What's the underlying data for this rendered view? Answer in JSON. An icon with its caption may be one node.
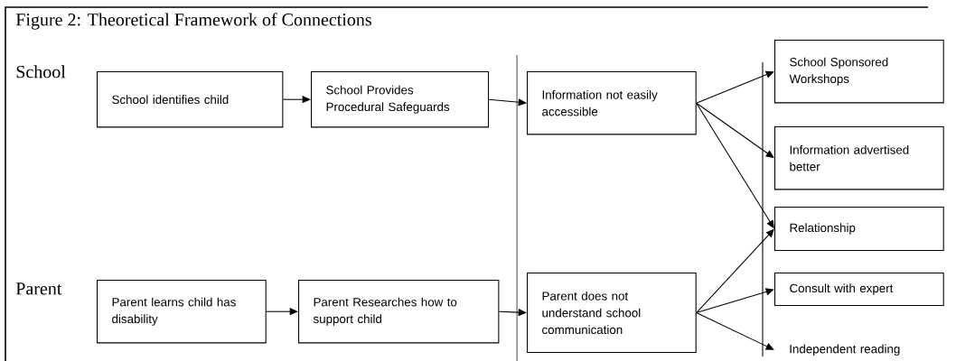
{
  "diagram": {
    "title": "Figure 2: Theoretical Framework of Connections",
    "nodes": [
      {
        "text": [
          "School identifies child"
        ]
      },
      {
        "text": [
          "School Provides Procedural Safeguards"
        ]
      },
      {
        "text": [
          "Information not easily accessible"
        ]
      },
      {
        "text": [
          "School Sponsored Workshops"
        ]
      },
      {
        "text": [
          "Information advertised better"
        ]
      },
      {
        "text": [
          "Relationship"
        ]
      },
      {
        "text": [
          "Parent learns child has disability"
        ]
      },
      {
        "text": [
          "Parent Researches how to support child"
        ]
      },
      {
        "text": [
          "Parent does not understand school communication"
        ]
      },
      {
        "text": [
          "Consult with expert"
        ]
      },
      {
        "text": [
          "Independent reading"
        ]
      }
    ],
    "edges": [
      {
        "from": 0,
        "to": 1,
        "arrow": "to"
      },
      {
        "from": 1,
        "to": 2,
        "arrow": "to"
      },
      {
        "from": 2,
        "to": 3,
        "arrow": "to"
      },
      {
        "from": 2,
        "to": 4,
        "arrow": "to"
      },
      {
        "from": 2,
        "to": 5,
        "arrow": "to"
      },
      {
        "from": 6,
        "to": 7,
        "arrow": "to"
      },
      {
        "from": 7,
        "to": 8,
        "arrow": "to"
      },
      {
        "from": 8,
        "to": 5,
        "arrow": "to"
      },
      {
        "from": 8,
        "to": 9,
        "arrow": "to"
      },
      {
        "from": 8,
        "to": 10,
        "arrow": "to"
      }
    ],
    "labels": [
      "School",
      "Parent"
    ]
  }
}
